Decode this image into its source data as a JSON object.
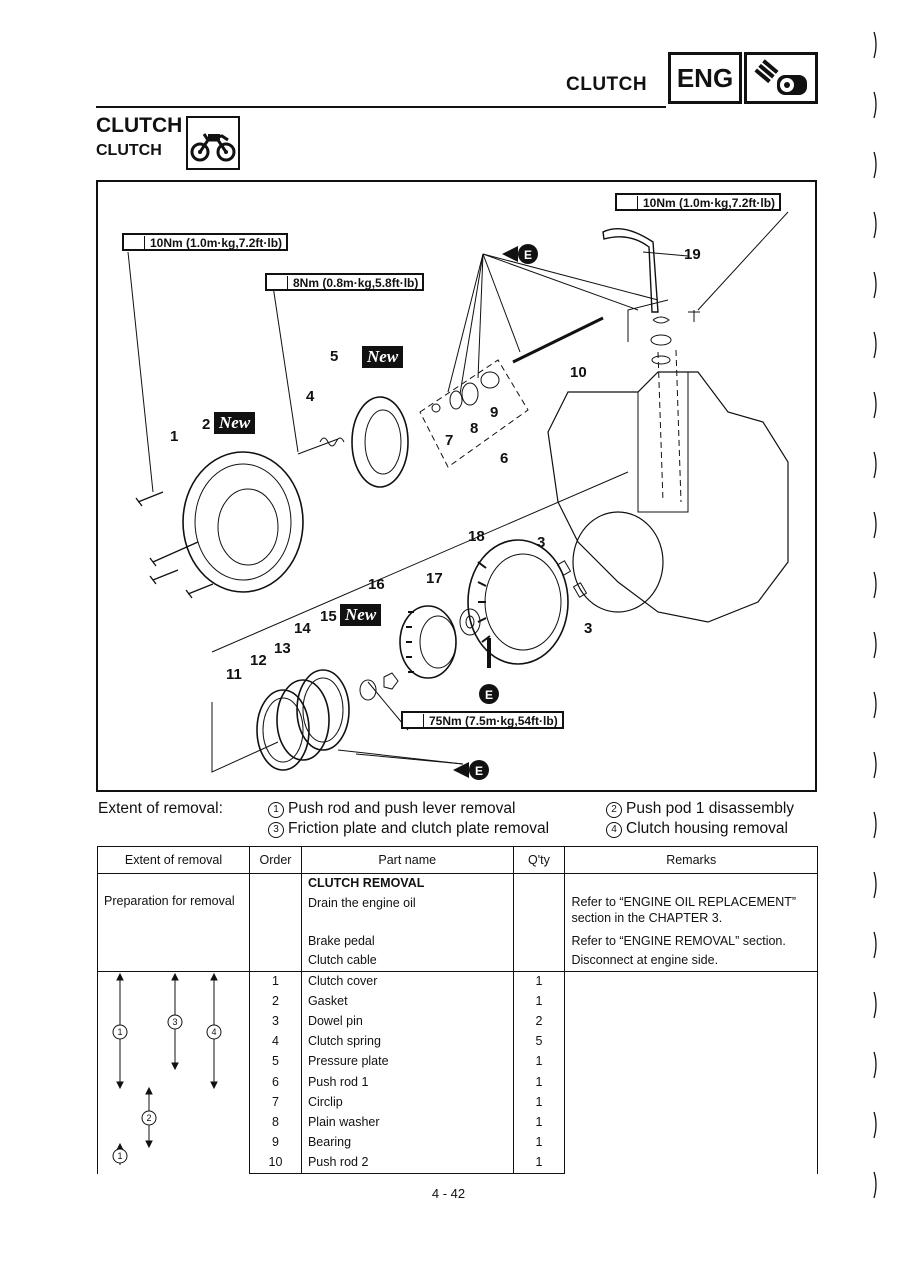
{
  "header": {
    "section_title": "CLUTCH",
    "tab_label": "ENG",
    "tab_icon": "engine-wrench-icon"
  },
  "section": {
    "title": "CLUTCH",
    "subtitle": "CLUTCH",
    "icon": "motorcycle-icon"
  },
  "diagram": {
    "torque_specs": [
      "10Nm (1.0m·kg,7.2ft·lb)",
      "10Nm (1.0m·kg,7.2ft·lb)",
      "8Nm (0.8m·kg,5.8ft·lb)",
      "75Nm (7.5m·kg,54ft·lb)"
    ],
    "new_badge": "New",
    "oil_marker": "E",
    "callouts": [
      "1",
      "2",
      "3",
      "3",
      "4",
      "5",
      "6",
      "7",
      "8",
      "9",
      "10",
      "11",
      "12",
      "13",
      "14",
      "15",
      "16",
      "17",
      "18",
      "19"
    ]
  },
  "extent": {
    "label": "Extent of removal:",
    "items": [
      {
        "num": "1",
        "text": "Push rod and push lever removal"
      },
      {
        "num": "2",
        "text": "Push pod 1 disassembly"
      },
      {
        "num": "3",
        "text": "Friction plate and clutch plate removal"
      },
      {
        "num": "4",
        "text": "Clutch housing removal"
      }
    ]
  },
  "table": {
    "headers": [
      "Extent of removal",
      "Order",
      "Part name",
      "Q'ty",
      "Remarks"
    ],
    "prep_label": "Preparation for removal",
    "prep_rows": [
      {
        "part": "CLUTCH REMOVAL",
        "remarks": ""
      },
      {
        "part": "Drain the engine oil",
        "remarks": "Refer to “ENGINE OIL REPLACEMENT” section in the CHAPTER 3."
      },
      {
        "part": "Brake pedal",
        "remarks": "Refer to “ENGINE REMOVAL” section."
      },
      {
        "part": "Clutch cable",
        "remarks": "Disconnect at engine side."
      }
    ],
    "rows": [
      {
        "order": "1",
        "part": "Clutch cover",
        "qty": "1"
      },
      {
        "order": "2",
        "part": "Gasket",
        "qty": "1"
      },
      {
        "order": "3",
        "part": "Dowel pin",
        "qty": "2"
      },
      {
        "order": "4",
        "part": "Clutch spring",
        "qty": "5"
      },
      {
        "order": "5",
        "part": "Pressure plate",
        "qty": "1"
      },
      {
        "order": "6",
        "part": "Push rod 1",
        "qty": "1"
      },
      {
        "order": "7",
        "part": "Circlip",
        "qty": "1"
      },
      {
        "order": "8",
        "part": "Plain washer",
        "qty": "1"
      },
      {
        "order": "9",
        "part": "Bearing",
        "qty": "1"
      },
      {
        "order": "10",
        "part": "Push rod 2",
        "qty": "1"
      }
    ]
  },
  "page_number": "4 - 42"
}
